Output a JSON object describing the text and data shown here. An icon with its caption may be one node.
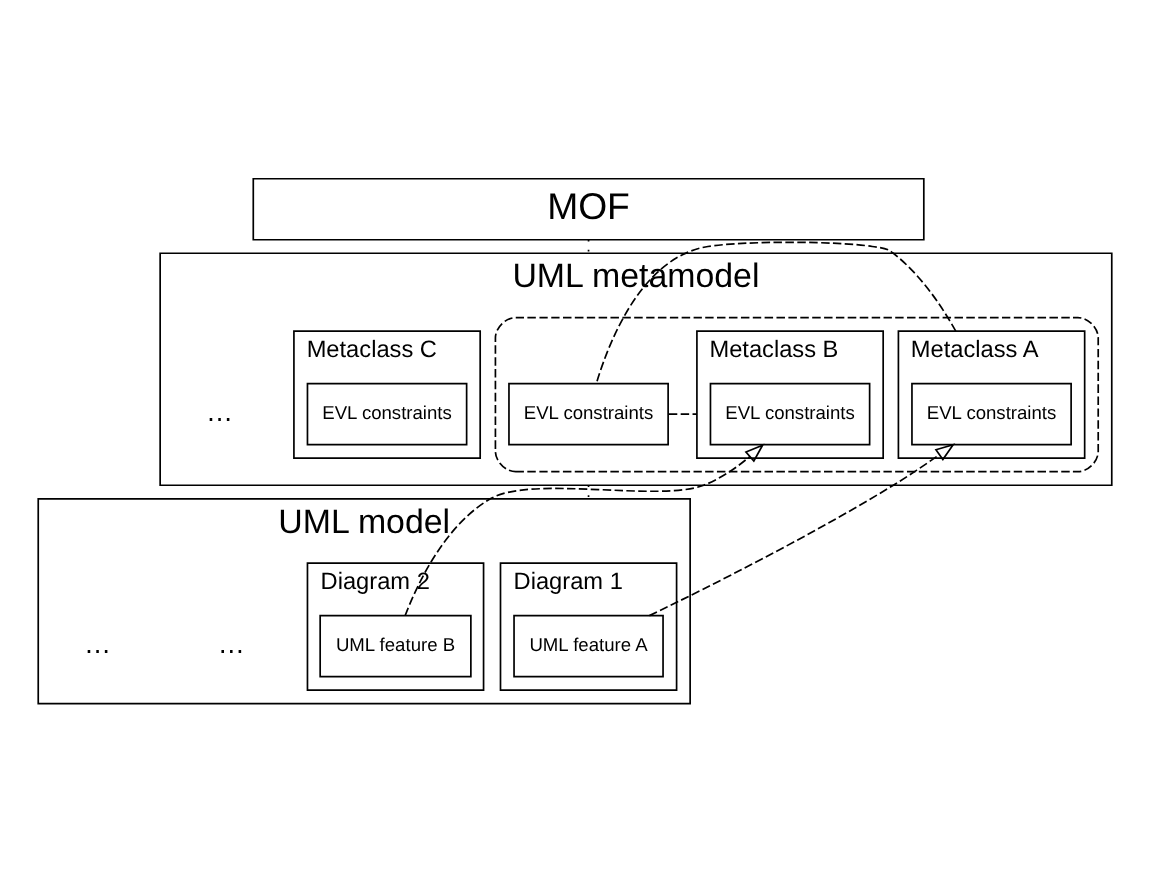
{
  "diagram": {
    "nodes": [
      {
        "text": [
          "MOF"
        ]
      },
      {
        "text": [
          "UML metamodel"
        ]
      },
      {
        "text": [],
        "shape": "box",
        "in": 1
      },
      {
        "text": [
          "Metaclass A"
        ],
        "in": 2
      },
      {
        "text": [
          "EVL constraints"
        ],
        "in": 3
      },
      {
        "text": [
          "EVL constraints"
        ],
        "in": 2
      },
      {
        "text": [
          "Metaclass B"
        ],
        "in": 2
      },
      {
        "text": [
          "EVL constraints"
        ],
        "in": 6
      },
      {
        "text": [
          "Metaclass C"
        ],
        "in": 1
      },
      {
        "text": [
          "EVL constraints"
        ],
        "in": 8
      },
      {
        "text": [
          "UML model"
        ]
      },
      {
        "text": [
          "Diagram 1"
        ],
        "in": 10
      },
      {
        "text": [
          "UML feature A"
        ],
        "in": 11
      },
      {
        "text": [
          "Diagram 2"
        ],
        "in": 10
      },
      {
        "text": [
          "UML feature B"
        ],
        "in": 13
      }
    ],
    "edges": [
      {
        "from": 0,
        "to": 1,
        "arrow": "none"
      },
      {
        "from": 1,
        "to": 10,
        "arrow": "none"
      },
      {
        "from": 3,
        "to": 5,
        "arrow": "none",
        "style": "dashed"
      },
      {
        "from": 5,
        "to": 6,
        "arrow": "none",
        "style": "dashed"
      },
      {
        "from": 12,
        "to": 4,
        "arrow": "to",
        "style": "dashed"
      },
      {
        "from": 14,
        "to": 7,
        "arrow": "to",
        "style": "dashed"
      }
    ],
    "labels": [
      "…",
      "…",
      "…"
    ]
  }
}
